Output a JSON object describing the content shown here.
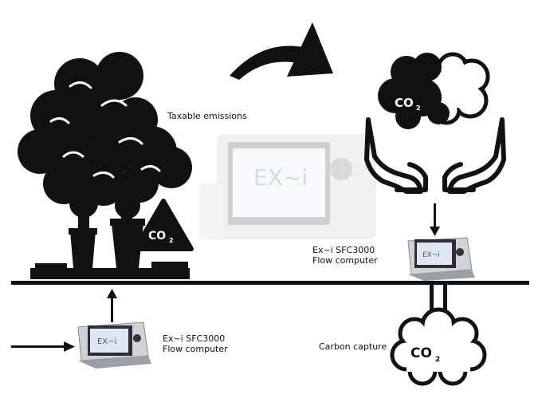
{
  "labels": {
    "taxable_emissions": "Taxable emissions",
    "device_top_line1": "Ex~i SFC3000",
    "device_top_line2": "Flow computer",
    "device_bottom_line1": "Ex~i SFC3000",
    "device_bottom_line2": "Flow computer",
    "carbon_capture": "Carbon capture"
  },
  "co2": {
    "co2_label": "CO",
    "co2_subscript": "2"
  },
  "device": {
    "brand_logo": "EX~i"
  },
  "colors": {
    "ink": "#111111",
    "device_screen": "#dfe8f2",
    "device_body": "#cfd3d8",
    "background": "#ffffff"
  }
}
